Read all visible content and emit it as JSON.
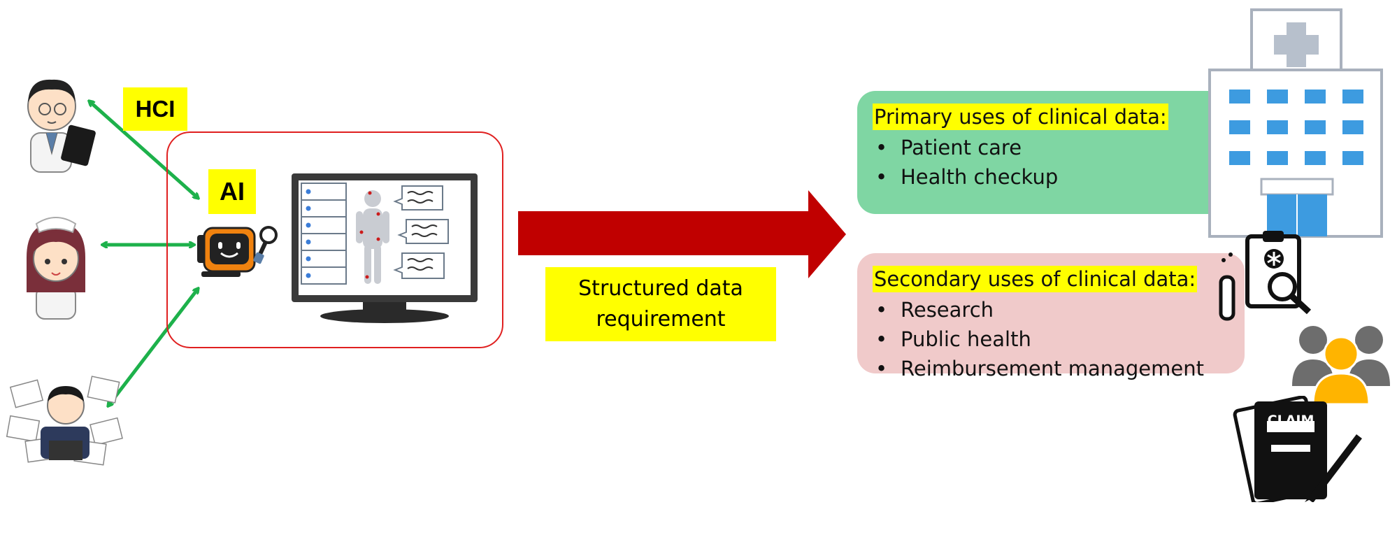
{
  "labels": {
    "hci": "HCI",
    "ai": "AI",
    "structured": [
      "Structured data",
      "requirement"
    ]
  },
  "primary": {
    "title": "Primary uses of clinical data:",
    "items": [
      "Patient care",
      "Health checkup"
    ]
  },
  "secondary": {
    "title": "Secondary uses of clinical data:",
    "items": [
      "Research",
      "Public health",
      "Reimbursement management"
    ]
  },
  "claim_text": "CLAIM",
  "colors": {
    "arrow_green": "#1db14b",
    "big_arrow": "#c00000",
    "highlight": "#ffff00",
    "primary_bg": "#7fd6a3",
    "secondary_bg": "#f0caca",
    "ai_frame": "#e02020"
  }
}
